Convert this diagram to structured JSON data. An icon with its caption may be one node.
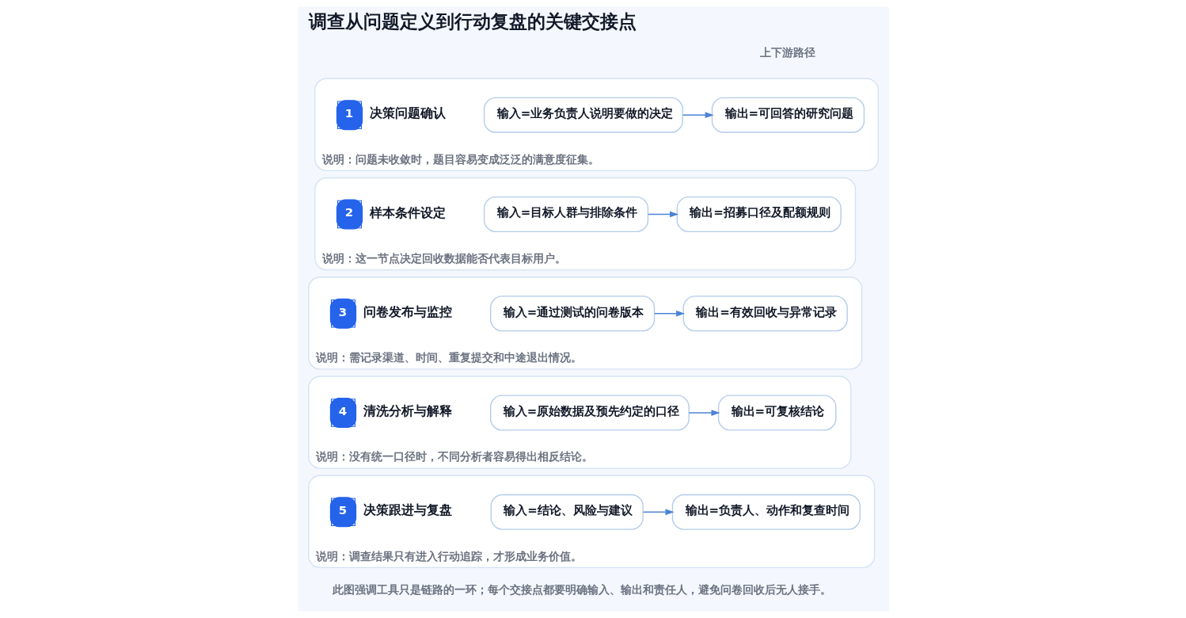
{
  "diagram": {
    "title": "调查从问题定义到行动复盘的关键交接点",
    "caption": "此图强调工具只是链路的一环；每个交接点都要明确输入、输出和责任人，避免问卷回收后无人接手。",
    "nodes": [
      {
        "text": [
          "说明：问题未收敛时，题目容易变成泛泛的满意度征集。"
        ]
      },
      {
        "text": [
          "1"
        ],
        "beside": [
          "决策问题确认"
        ],
        "in": 0
      },
      {
        "text": [
          "输入=业务负责人说明要做的决定"
        ],
        "in": 0
      },
      {
        "text": [
          "输出=可回答的研究问题"
        ],
        "in": 0
      },
      {
        "text": [
          "说明：这一节点决定回收数据能否代表目标用户。"
        ]
      },
      {
        "text": [
          "2"
        ],
        "beside": [
          "样本条件设定"
        ],
        "in": 4
      },
      {
        "text": [
          "输入=目标人群与排除条件"
        ],
        "in": 4
      },
      {
        "text": [
          "输出=招募口径及配额规则"
        ],
        "in": 4
      },
      {
        "text": [
          "说明：需记录渠道、时间、重复提交和中途退出情况。"
        ]
      },
      {
        "text": [
          "3"
        ],
        "beside": [
          "问卷发布与监控"
        ],
        "in": 8
      },
      {
        "text": [
          "输入=通过测试的问卷版本"
        ],
        "in": 8
      },
      {
        "text": [
          "输出=有效回收与异常记录"
        ],
        "in": 8
      },
      {
        "text": [
          "说明：没有统一口径时，不同分析者容易得出相反结论。"
        ]
      },
      {
        "text": [
          "4"
        ],
        "beside": [
          "清洗分析与解释"
        ],
        "in": 12
      },
      {
        "text": [
          "输入=原始数据及预先约定的口径"
        ],
        "in": 12
      },
      {
        "text": [
          "输出=可复核结论"
        ],
        "in": 12
      },
      {
        "text": [
          "说明：调查结果只有进入行动追踪，才形成业务价值。"
        ]
      },
      {
        "text": [
          "5"
        ],
        "beside": [
          "决策跟进与复盘"
        ],
        "in": 16
      },
      {
        "text": [
          "输入=结论、风险与建议"
        ],
        "in": 16
      },
      {
        "text": [
          "输出=负责人、动作和复查时间"
        ],
        "in": 16
      }
    ],
    "edges": [
      {
        "from": 2,
        "to": 3,
        "arrow": "to"
      },
      {
        "from": 6,
        "to": 7,
        "arrow": "to"
      },
      {
        "from": 10,
        "to": 11,
        "arrow": "to"
      },
      {
        "from": 14,
        "to": 15,
        "arrow": "to"
      },
      {
        "from": 18,
        "to": 19,
        "arrow": "to"
      }
    ],
    "labels": [
      "上下游路径"
    ]
  }
}
